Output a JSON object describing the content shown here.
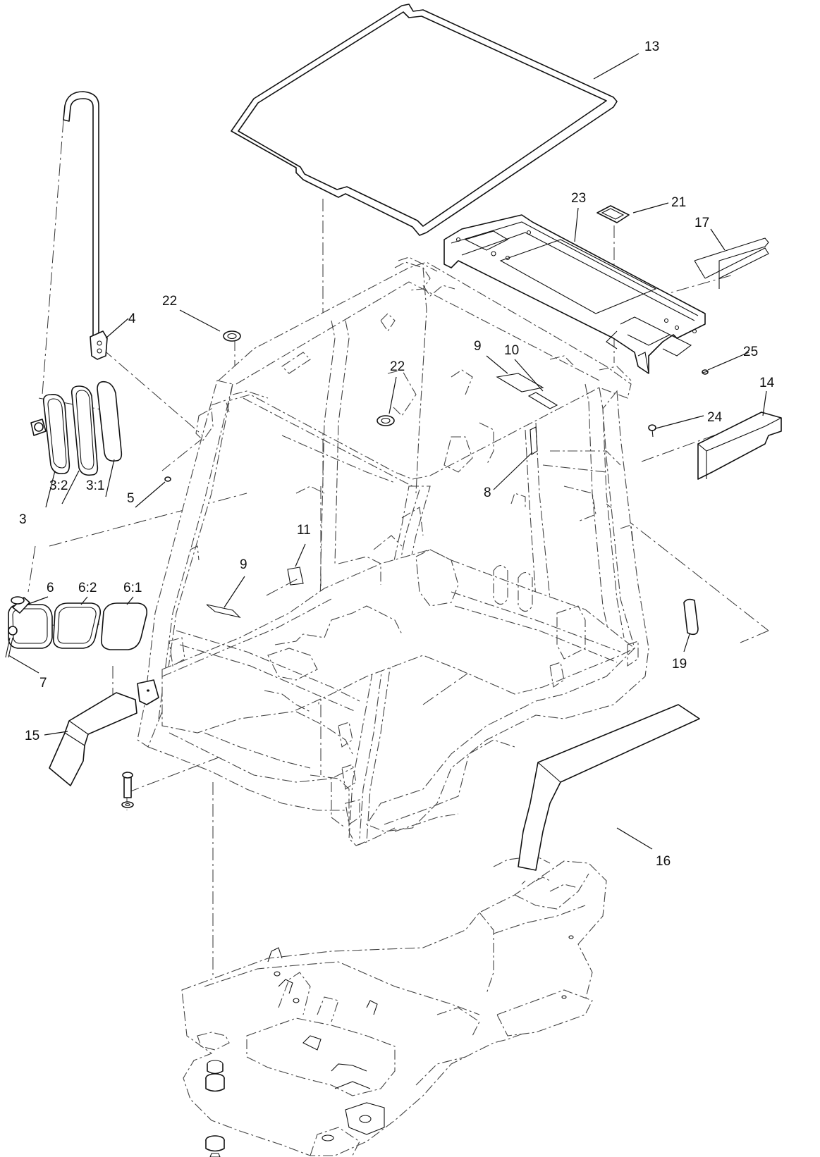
{
  "callouts": {
    "c13": "13",
    "c23": "23",
    "c21": "21",
    "c17": "17",
    "c22a": "22",
    "c4": "4",
    "c22b": "22",
    "c9a": "9",
    "c10": "10",
    "c25": "25",
    "c14": "14",
    "c24": "24",
    "c3": "3",
    "c3_2": "3:2",
    "c3_1": "3:1",
    "c5": "5",
    "c8": "8",
    "c11": "11",
    "c9b": "9",
    "c6": "6",
    "c6_2": "6:2",
    "c6_1": "6:1",
    "c7": "7",
    "c19": "19",
    "c15": "15",
    "c16": "16"
  }
}
